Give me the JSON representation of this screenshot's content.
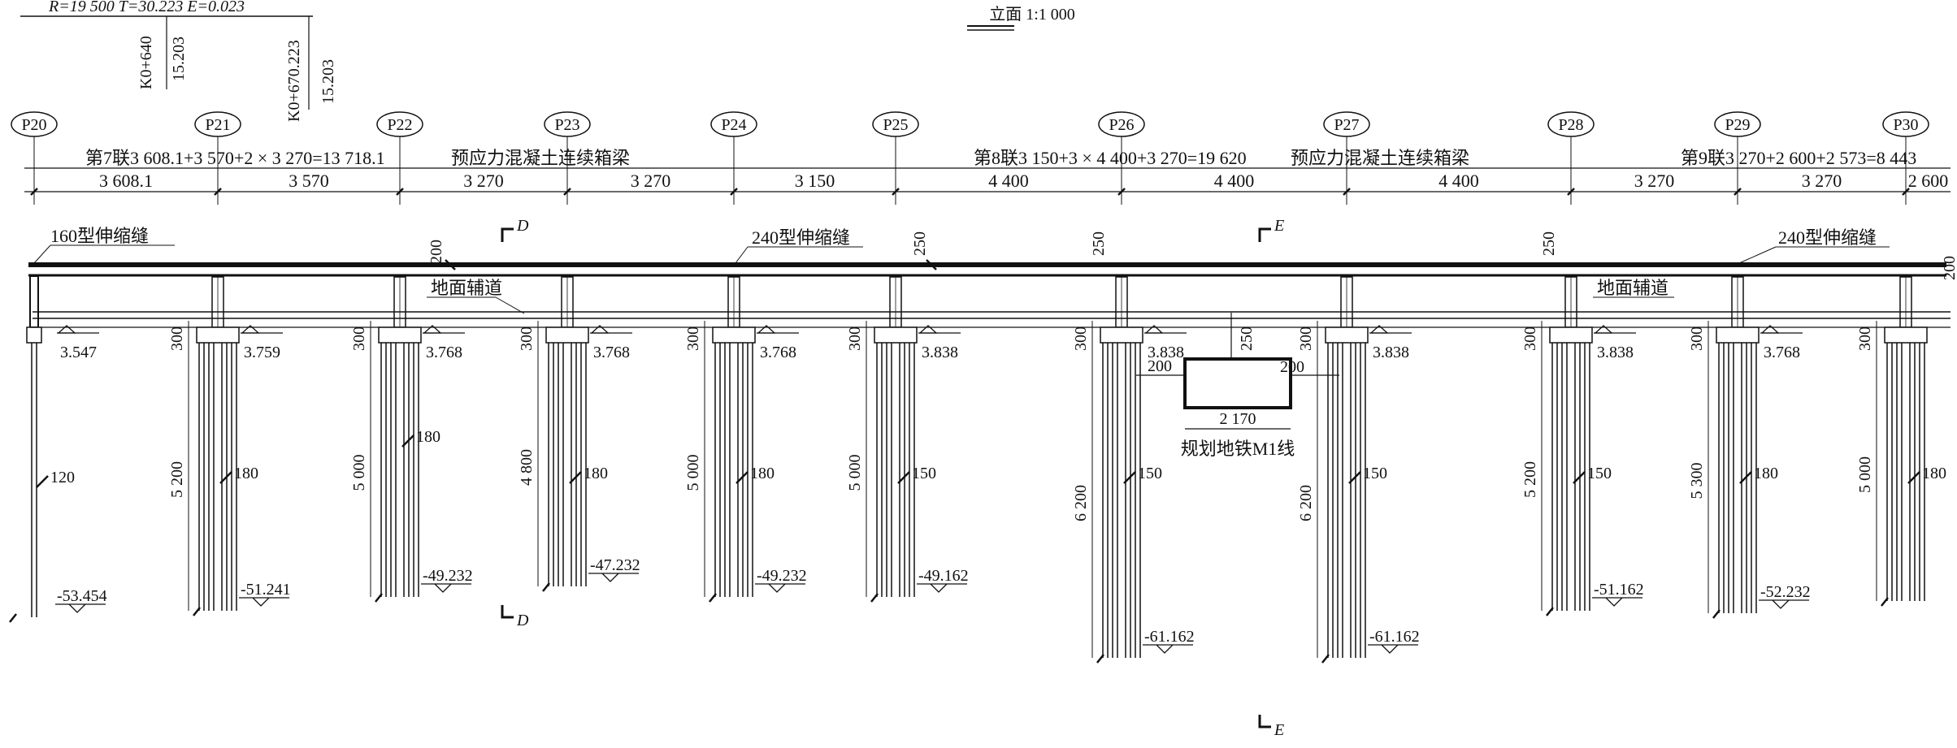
{
  "title": "立面 1:1 000",
  "curve": {
    "params": "R=19 500  T=30.223  E=0.023",
    "stations": [
      {
        "name": "K0+640",
        "elev": "15.203"
      },
      {
        "name": "K0+670.223",
        "elev": "15.203"
      }
    ]
  },
  "piers": [
    {
      "label": "P20",
      "ground": "3.547",
      "bottom": "-53.454",
      "pile_len": "",
      "pile_d": "120",
      "cap_h": ""
    },
    {
      "label": "P21",
      "ground": "3.759",
      "bottom": "-51.241",
      "pile_len": "5 200",
      "pile_d": "180",
      "cap_h": "300"
    },
    {
      "label": "P22",
      "ground": "3.768",
      "bottom": "-49.232",
      "pile_len": "5 000",
      "pile_d": "180",
      "cap_h": "300"
    },
    {
      "label": "P23",
      "ground": "3.768",
      "bottom": "-47.232",
      "pile_len": "4 800",
      "pile_d": "180",
      "cap_h": "300"
    },
    {
      "label": "P24",
      "ground": "3.768",
      "bottom": "-49.232",
      "pile_len": "5 000",
      "pile_d": "180",
      "cap_h": "300"
    },
    {
      "label": "P25",
      "ground": "3.838",
      "bottom": "-49.162",
      "pile_len": "5 000",
      "pile_d": "150",
      "cap_h": "300"
    },
    {
      "label": "P26",
      "ground": "3.838",
      "bottom": "-61.162",
      "pile_len": "6 200",
      "pile_d": "150",
      "cap_h": "300"
    },
    {
      "label": "P27",
      "ground": "3.838",
      "bottom": "-61.162",
      "pile_len": "6 200",
      "pile_d": "150",
      "cap_h": "300"
    },
    {
      "label": "P28",
      "ground": "3.838",
      "bottom": "-51.162",
      "pile_len": "5 200",
      "pile_d": "150",
      "cap_h": "300"
    },
    {
      "label": "P29",
      "ground": "3.768",
      "bottom": "-52.232",
      "pile_len": "5 300",
      "pile_d": "180",
      "cap_h": "300"
    },
    {
      "label": "P30",
      "ground": "",
      "bottom": "",
      "pile_len": "5 000",
      "pile_d": "180",
      "cap_h": "300"
    }
  ],
  "spans": [
    "3 608.1",
    "3 570",
    "3 270",
    "3 270",
    "3 150",
    "4 400",
    "4 400",
    "4 400",
    "3 270",
    "3 270",
    "2 600"
  ],
  "units": [
    {
      "label": "第7联3 608.1+3 570+2 × 3 270=13 718.1",
      "type": "预应力混凝土连续箱梁"
    },
    {
      "label": "第8联3 150+3 × 4 400+3 270=19 620",
      "type": "预应力混凝土连续箱梁"
    },
    {
      "label": "第9联3 270+2 600+2 573=8 443",
      "type": ""
    }
  ],
  "joints": [
    "160型伸缩缝",
    "240型伸缩缝",
    "240型伸缩缝"
  ],
  "beam_heights": [
    "200",
    "250",
    "250",
    "250",
    "200"
  ],
  "road_labels": [
    "地面辅道",
    "地面辅道"
  ],
  "sections": [
    "D",
    "E"
  ],
  "metro": {
    "name": "规划地铁M1线",
    "width": "2 170",
    "depth": "250",
    "clear_left": "200",
    "clear_right": "200"
  },
  "colors": {
    "line": "#111111",
    "background": "#ffffff"
  }
}
